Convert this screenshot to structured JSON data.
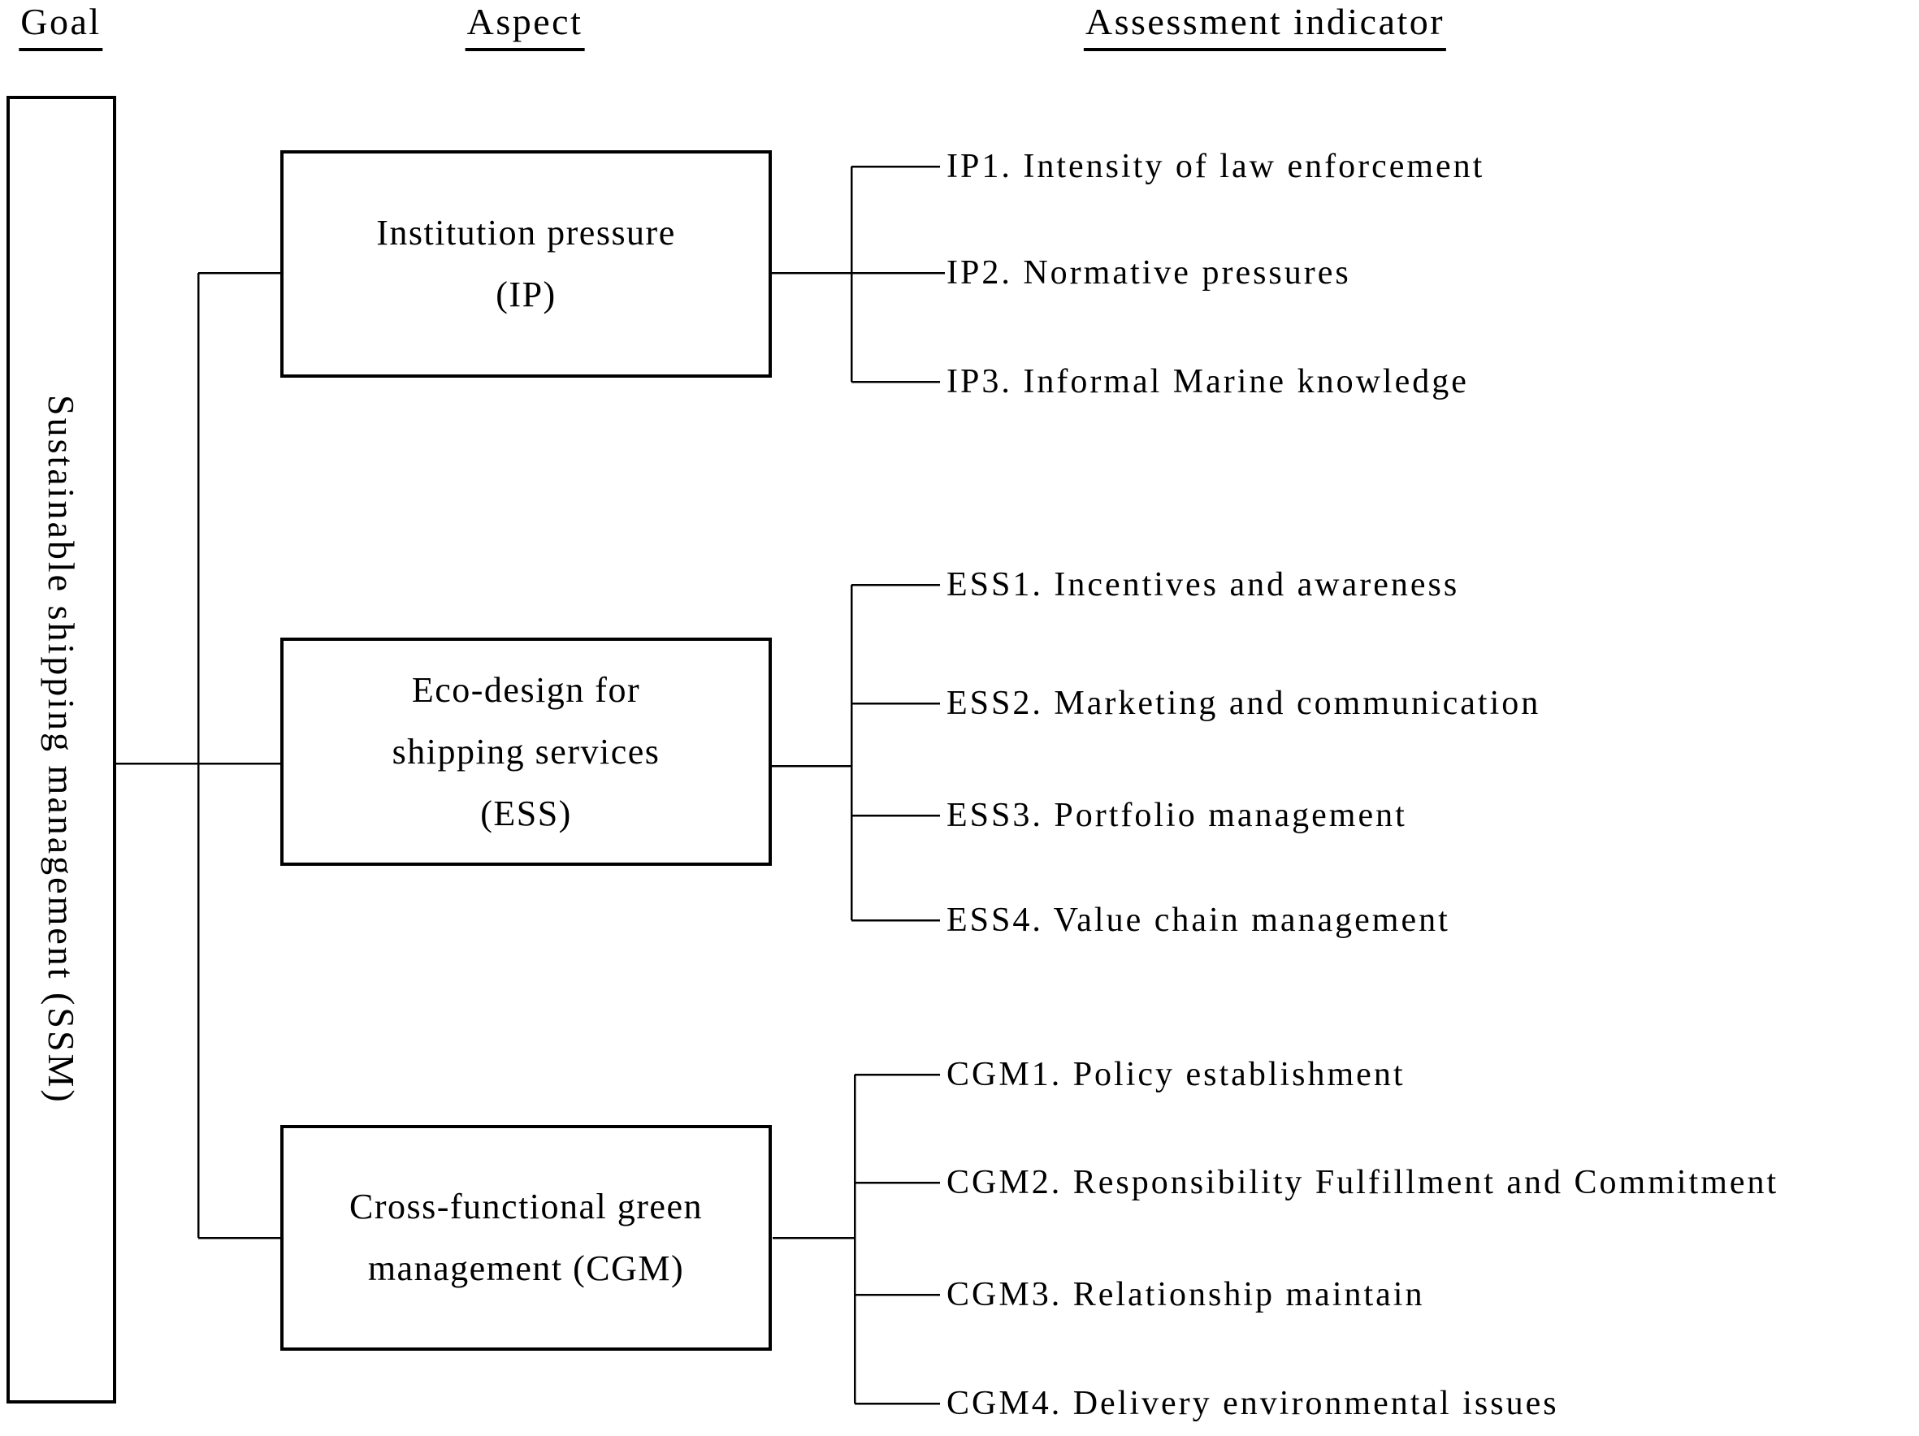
{
  "headers": {
    "goal": "Goal",
    "aspect": "Aspect",
    "assessment": "Assessment indicator"
  },
  "goal_box": {
    "label": "Sustainable shipping management (SSM)"
  },
  "aspect_boxes": [
    {
      "lines": [
        "Institution pressure",
        "(IP)"
      ]
    },
    {
      "lines": [
        "Eco-design for",
        "shipping services",
        "(ESS)"
      ]
    },
    {
      "lines": [
        "Cross-functional green",
        "management (CGM)"
      ]
    }
  ],
  "indicators": [
    {
      "label": "IP1. Intensity of law enforcement"
    },
    {
      "label": "IP2. Normative pressures"
    },
    {
      "label": "IP3. Informal Marine knowledge"
    },
    {
      "label": "ESS1. Incentives and awareness"
    },
    {
      "label": "ESS2. Marketing and communication"
    },
    {
      "label": "ESS3. Portfolio management"
    },
    {
      "label": "ESS4. Value chain management"
    },
    {
      "label": "CGM1. Policy establishment"
    },
    {
      "label": "CGM2. Responsibility Fulfillment and Commitment"
    },
    {
      "label": "CGM3. Relationship maintain"
    },
    {
      "label": "CGM4. Delivery environmental issues"
    }
  ],
  "colors": {
    "background": "#ffffff",
    "text": "#000000",
    "line": "#000000"
  }
}
